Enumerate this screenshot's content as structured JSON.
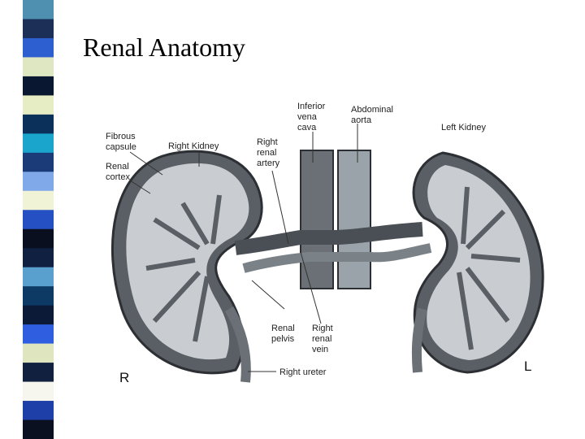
{
  "slide": {
    "title": "Renal Anatomy"
  },
  "stripe_colors": [
    "#4f8fb0",
    "#1c2f57",
    "#2d5fd0",
    "#dfe6c2",
    "#0a1730",
    "#e6ecc4",
    "#0b3059",
    "#1aa6cc",
    "#1b3a78",
    "#7fa9e8",
    "#f0f3d6",
    "#2450c4",
    "#0a0f20",
    "#102040",
    "#5aa0cf",
    "#0d3a64",
    "#0b1a36",
    "#2f5fe0",
    "#dfe6bf",
    "#11203e",
    "#f6f6ee",
    "#1e3fa8",
    "#0a1020"
  ],
  "labels": {
    "fibrous_capsule": [
      "Fibrous",
      "capsule"
    ],
    "right_kidney": "Right Kidney",
    "renal_cortex": [
      "Renal",
      "cortex"
    ],
    "right_renal_artery": [
      "Right",
      "renal",
      "artery"
    ],
    "inferior_vena_cava": [
      "Inferior",
      "vena",
      "cava"
    ],
    "abdominal_aorta": [
      "Abdominal",
      "aorta"
    ],
    "left_kidney": "Left Kidney",
    "renal_pelvis": [
      "Renal",
      "pelvis"
    ],
    "right_renal_vein": [
      "Right",
      "renal",
      "vein"
    ],
    "right_ureter": "Right ureter",
    "side_right": "R",
    "side_left": "L"
  },
  "colors": {
    "kidney_outer": "#555a60",
    "kidney_inner": "#c9cdd1",
    "vessel": "#6a7075",
    "vessel_light": "#9aa3aa"
  }
}
